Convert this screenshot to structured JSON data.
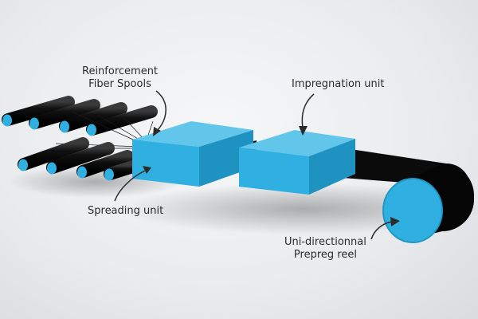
{
  "labels": {
    "spools": [
      "Reinforcement",
      "Fiber Spools"
    ],
    "impregnation": "Impregnation unit",
    "spreading": "Spreading unit",
    "reel": [
      "Uni-directionnal",
      "Prepreg reel"
    ]
  },
  "colors": {
    "cyan_top": "#62c6ea",
    "cyan_front": "#2fb0e0",
    "cyan_side": "#1e93c2",
    "black": "#0b0b0b",
    "label": "#2b2b2b"
  }
}
